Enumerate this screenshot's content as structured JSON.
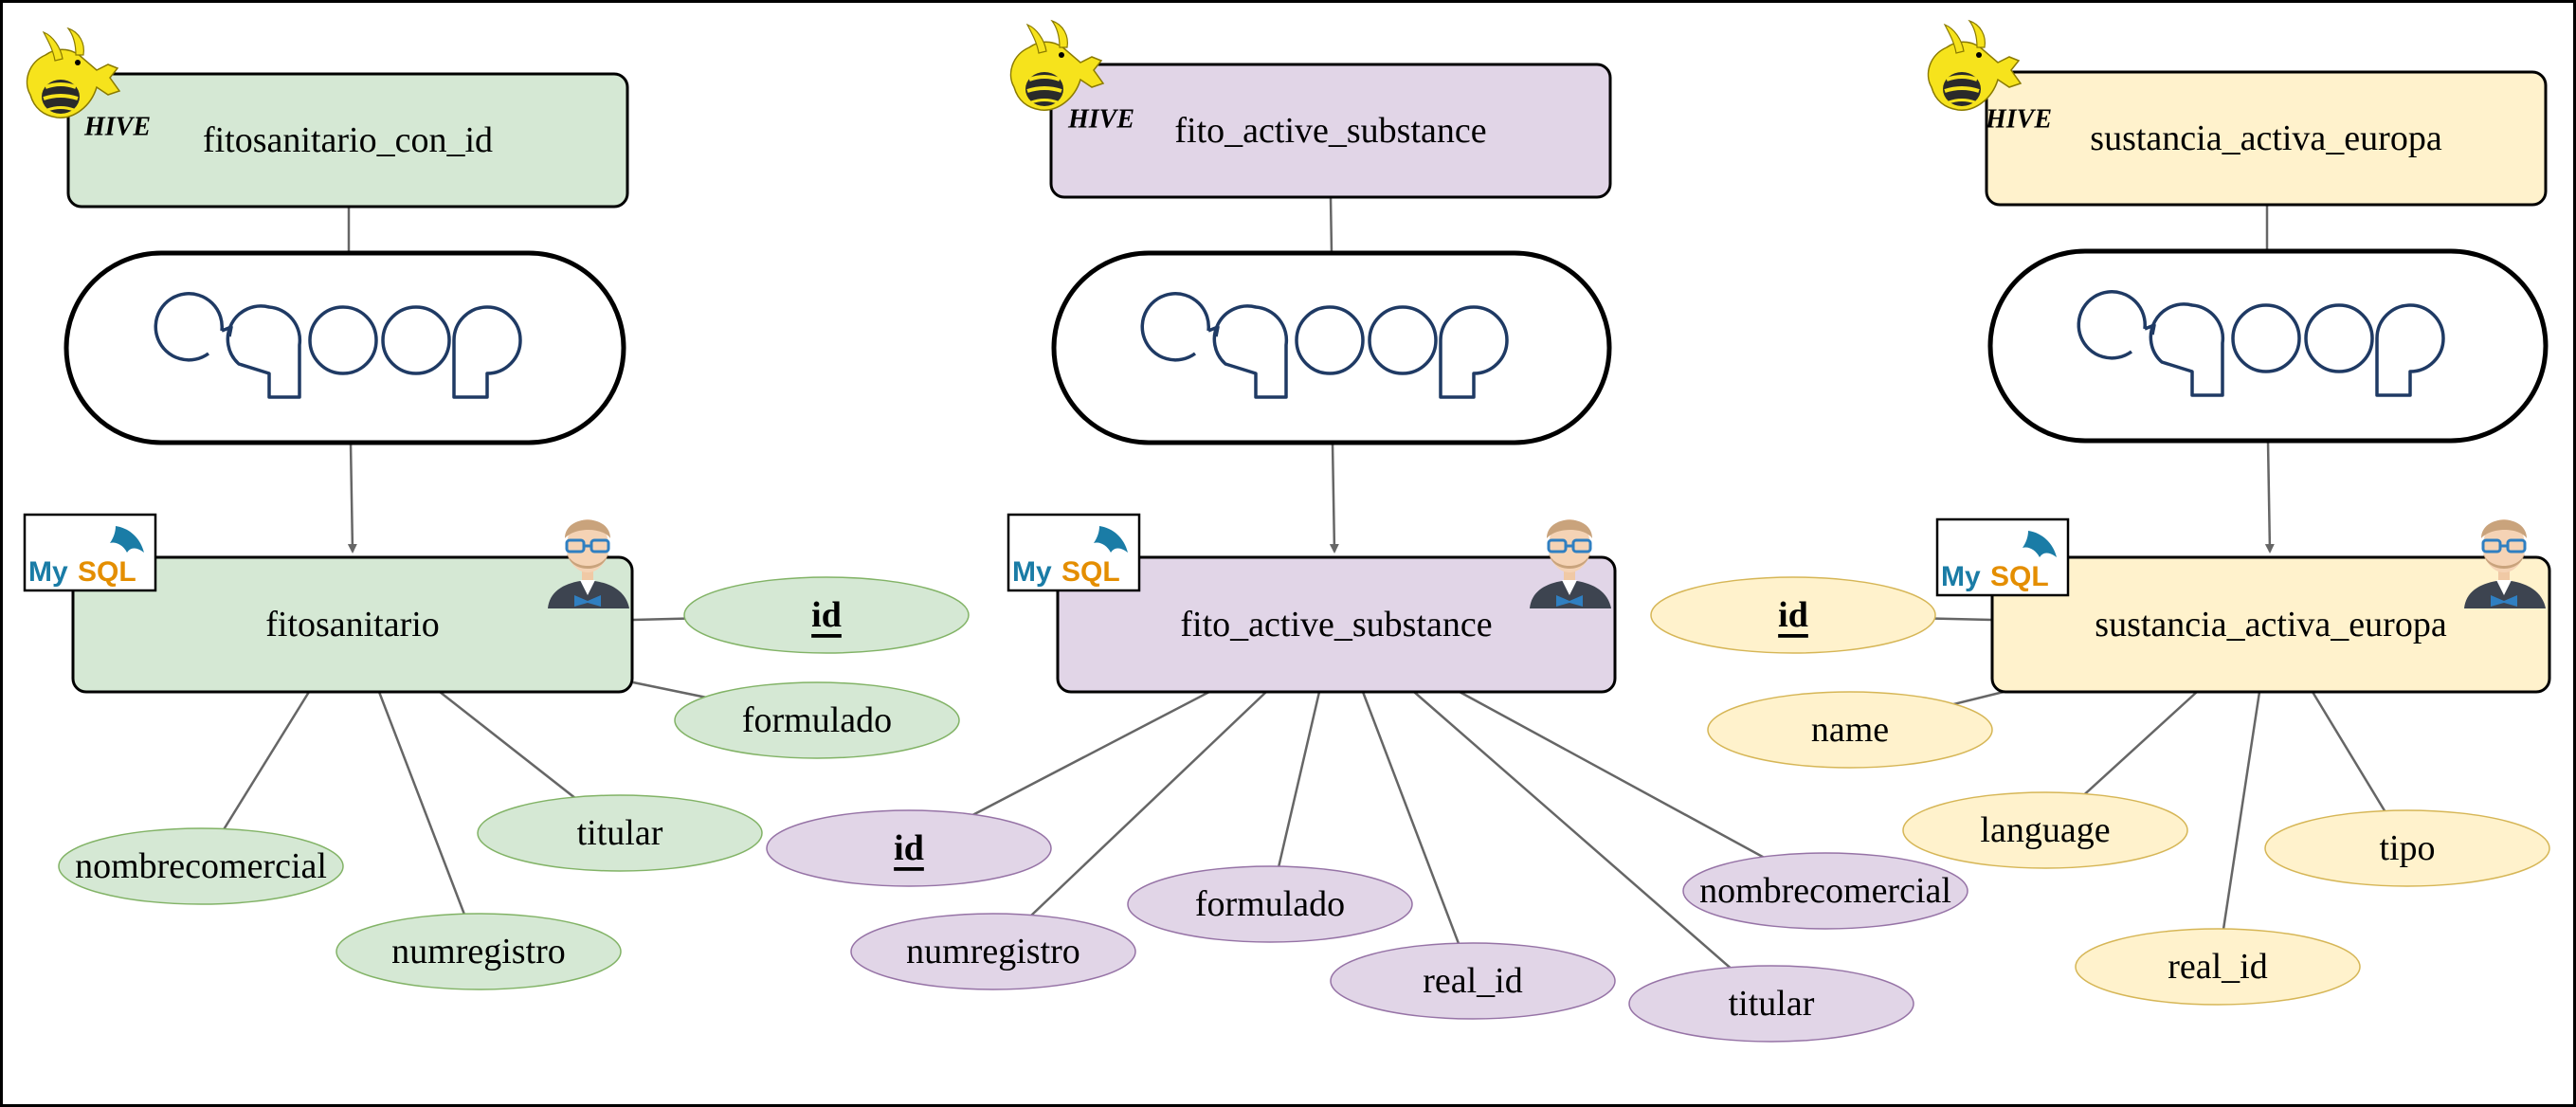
{
  "colors": {
    "green_fill": "#d5e8d4",
    "green_stroke": "#82b366",
    "purple_fill": "#e1d5e7",
    "purple_stroke": "#9673a6",
    "yellow_fill": "#fff2cc",
    "yellow_stroke": "#d6b656",
    "sqoop_blue": "#1f3a64",
    "line": "#666666"
  },
  "icons": {
    "hive": "hive-bee-logo",
    "hive_text": "HIVE",
    "sqoop": "sqoop-logo",
    "mysql": "mysql-logo",
    "mysql_text_my": "My",
    "mysql_text_sql": "SQL",
    "user": "user-avatar"
  },
  "columns": [
    {
      "theme": "green",
      "hive_table": "fitosanitario_con_id",
      "mysql_table": "fitosanitario",
      "attributes": [
        {
          "name": "id",
          "key": true
        },
        {
          "name": "formulado",
          "key": false
        },
        {
          "name": "titular",
          "key": false
        },
        {
          "name": "nombrecomercial",
          "key": false
        },
        {
          "name": "numregistro",
          "key": false
        }
      ]
    },
    {
      "theme": "purple",
      "hive_table": "fito_active_substance",
      "mysql_table": "fito_active_substance",
      "attributes": [
        {
          "name": "id",
          "key": true
        },
        {
          "name": "numregistro",
          "key": false
        },
        {
          "name": "formulado",
          "key": false
        },
        {
          "name": "real_id",
          "key": false
        },
        {
          "name": "titular",
          "key": false
        },
        {
          "name": "nombrecomercial",
          "key": false
        }
      ]
    },
    {
      "theme": "yellow",
      "hive_table": "sustancia_activa_europa",
      "mysql_table": "sustancia_activa_europa",
      "attributes": [
        {
          "name": "id",
          "key": true
        },
        {
          "name": "name",
          "key": false
        },
        {
          "name": "language",
          "key": false
        },
        {
          "name": "real_id",
          "key": false
        },
        {
          "name": "tipo",
          "key": false
        }
      ]
    }
  ]
}
